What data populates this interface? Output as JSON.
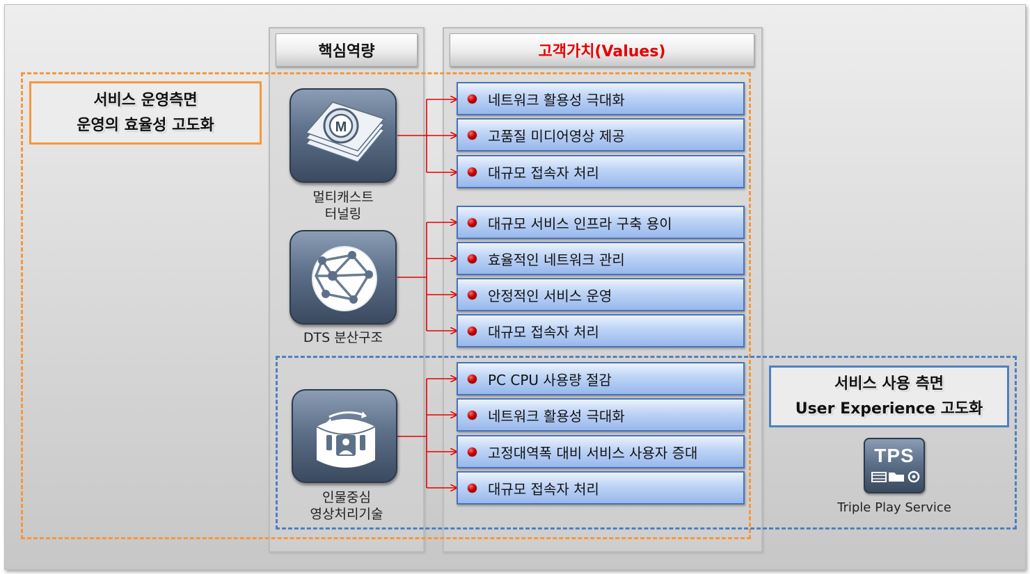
{
  "headers": {
    "core": "핵심역량",
    "values": "고객가치(Values)"
  },
  "colors": {
    "operation_accent": "#f7963c",
    "user_accent": "#4f7fc0",
    "values_header": "#e60000",
    "connector": "#e60000"
  },
  "operation_label": {
    "line1": "서비스 운영측면",
    "line2": "운영의 효율성 고도화"
  },
  "user_label": {
    "line1": "서비스 사용 측면",
    "line2": "User Experience 고도화"
  },
  "capabilities": [
    {
      "icon": "multicast-tunneling-icon",
      "caption_line1": "멀티캐스트",
      "caption_line2": "터널링",
      "values": [
        "네트워크 활용성 극대화",
        "고품질 미디어영상 제공",
        "대규모 접속자 처리"
      ]
    },
    {
      "icon": "globe-network-icon",
      "caption_line1": "DTS 분산구조",
      "caption_line2": "",
      "values": [
        "대규모 서비스 인프라 구축 용이",
        "효율적인 네트워크 관리",
        "안정적인 서비스 운영",
        "대규모 접속자 처리"
      ]
    },
    {
      "icon": "person-video-icon",
      "caption_line1": "인물중심",
      "caption_line2": "영상처리기술",
      "values": [
        "PC CPU 사용량 절감",
        "네트워크 활용성 극대화",
        "고정대역폭 대비 서비스 사용자 증대",
        "대규모 접속자 처리"
      ]
    }
  ],
  "tps": {
    "logo_text": "TPS",
    "caption": "Triple Play Service",
    "icon": "tps-media-icon"
  }
}
